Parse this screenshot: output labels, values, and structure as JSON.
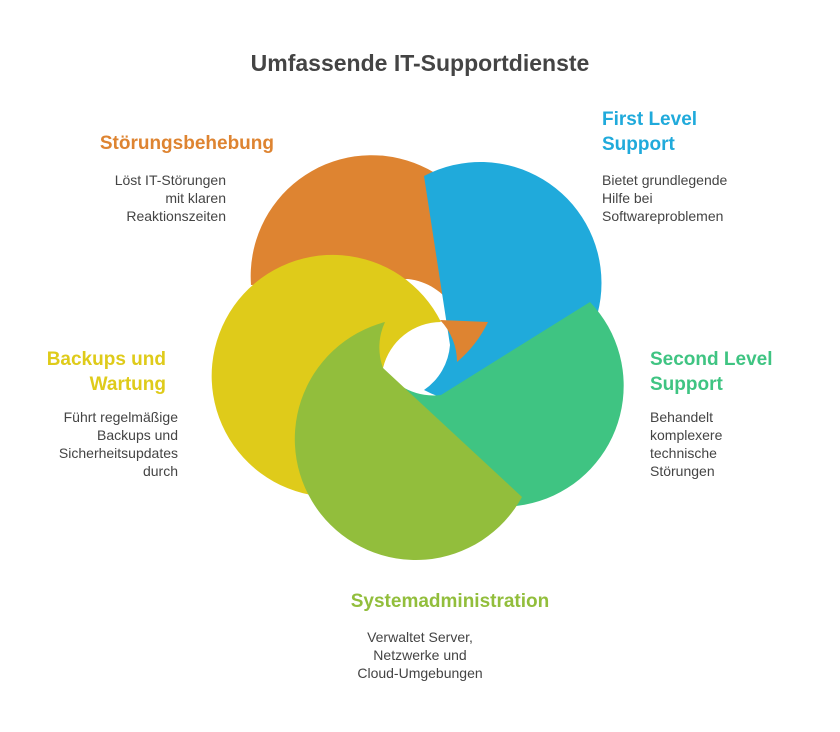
{
  "title": "Umfassende IT-Supportdienste",
  "segments": [
    {
      "id": "stoerungsbehebung",
      "label": "Störungsbehebung",
      "description": [
        "Löst IT-Störungen",
        "mit klaren",
        "Reaktionszeiten"
      ],
      "color": "#DE8431"
    },
    {
      "id": "first-level",
      "label": [
        "First Level",
        "Support"
      ],
      "description": [
        "Bietet grundlegende",
        "Hilfe bei",
        "Softwareproblemen"
      ],
      "color": "#20AADB"
    },
    {
      "id": "second-level",
      "label": [
        "Second Level",
        "Support"
      ],
      "description": [
        "Behandelt",
        "komplexere",
        "technische",
        "Störungen"
      ],
      "color": "#3FC482"
    },
    {
      "id": "systemadministration",
      "label": "Systemadministration",
      "description": [
        "Verwaltet Server,",
        "Netzwerke und",
        "Cloud-Umgebungen"
      ],
      "color": "#92BE3C"
    },
    {
      "id": "backups",
      "label": [
        "Backups und",
        "Wartung"
      ],
      "description": [
        "Führt regelmäßige",
        "Backups und",
        "Sicherheitsupdates",
        "durch"
      ],
      "color": "#DFCB1A"
    }
  ]
}
